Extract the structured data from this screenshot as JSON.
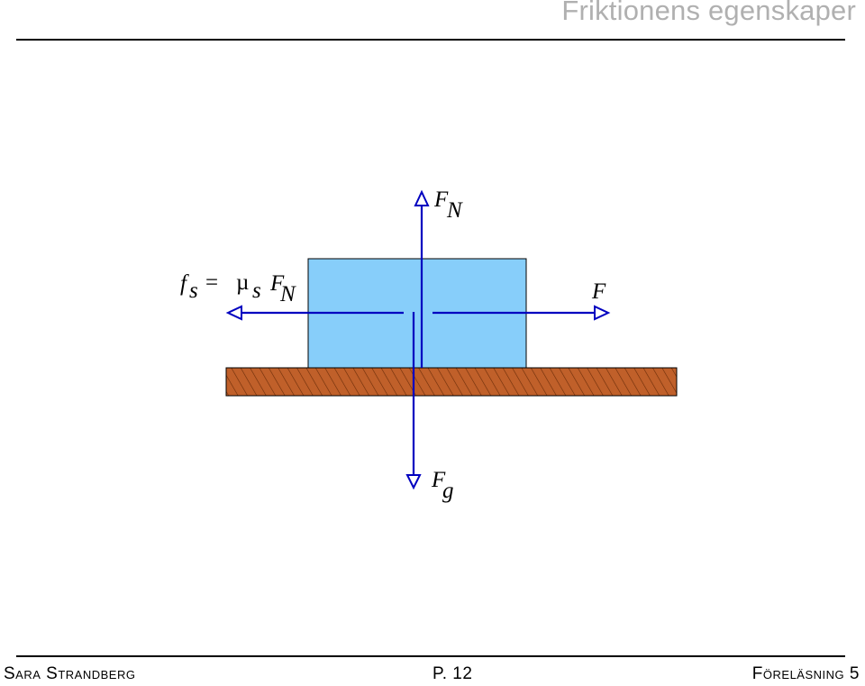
{
  "header": {
    "title": "Friktionens egenskaper"
  },
  "footer": {
    "author": "Sara Strandberg",
    "page": "P. 12",
    "lecture": "Föreläsning 5"
  },
  "diagram": {
    "labels": {
      "normal_force": {
        "main": "F",
        "sub": "N"
      },
      "gravity": {
        "main": "F",
        "sub": "g"
      },
      "applied_force": "F",
      "friction": {
        "f": "f",
        "f_sub": "s",
        "eq": "=",
        "mu": "µ",
        "mu_sub": "s",
        "F": "F",
        "F_sub": "N"
      }
    },
    "colors": {
      "block": "#87cefa",
      "surface": "#c0602a",
      "arrow": "#0000c0"
    }
  }
}
